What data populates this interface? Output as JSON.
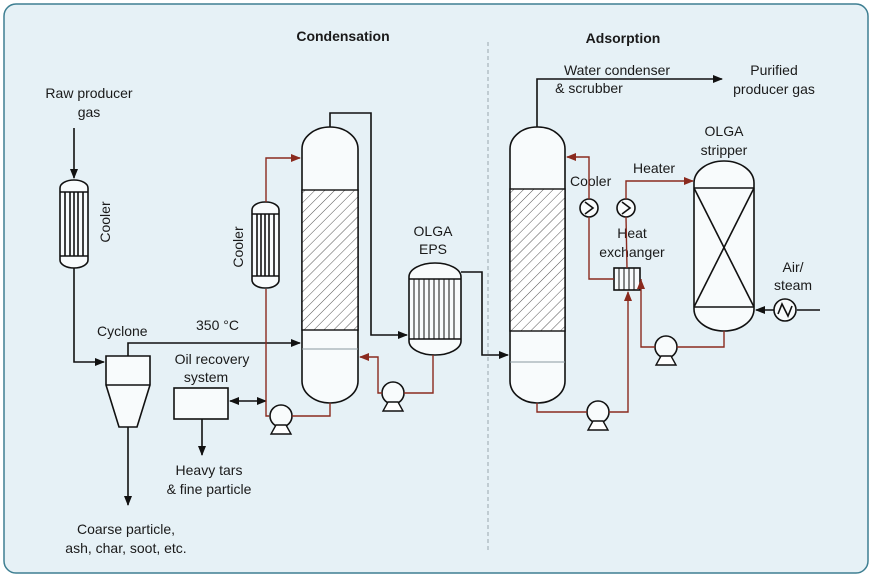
{
  "sections": {
    "condensation": "Condensation",
    "adsorption": "Adsorption"
  },
  "labels": {
    "raw_gas_line1": "Raw producer",
    "raw_gas_line2": "gas",
    "cooler_left": "Cooler",
    "cooler_mid": "Cooler",
    "cyclone": "Cyclone",
    "temp": "350 °C",
    "oil_recovery_line1": "Oil recovery",
    "oil_recovery_line2": "system",
    "heavy_tars_line1": "Heavy tars",
    "heavy_tars_line2": "& fine particle",
    "coarse_line1": "Coarse particle,",
    "coarse_line2": "ash, char, soot, etc.",
    "olga_eps_line1": "OLGA",
    "olga_eps_line2": "EPS",
    "water_line1": "Water condenser",
    "water_line2": "& scrubber",
    "purified_line1": "Purified",
    "purified_line2": "producer gas",
    "stripper_line1": "OLGA",
    "stripper_line2": "stripper",
    "cooler_right": "Cooler",
    "heater": "Heater",
    "heat_ex_line1": "Heat",
    "heat_ex_line2": "exchanger",
    "air_line1": "Air/",
    "air_line2": "steam"
  },
  "colors": {
    "background": "#e6f1f6",
    "border": "#3e7f92",
    "process_line": "#111111",
    "recycle_line": "#8a2a1e"
  }
}
